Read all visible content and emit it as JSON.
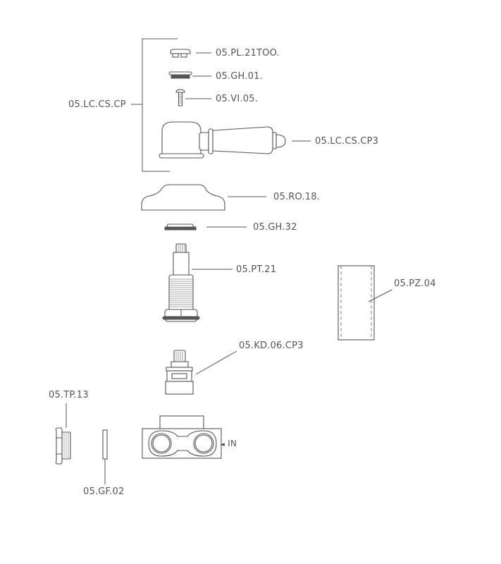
{
  "diagram": {
    "type": "exploded-parts-diagram",
    "colors": {
      "line": "#555555",
      "background": "#ffffff"
    },
    "group": {
      "label": "05.LC.CS.CP",
      "members": [
        "05.PL.21TOO.",
        "05.GH.01.",
        "05.VI.05.",
        "05.LC.CS.CP3"
      ]
    },
    "parts": [
      {
        "id": "cap",
        "label": "05.PL.21TOO."
      },
      {
        "id": "gasket-top",
        "label": "05.GH.01."
      },
      {
        "id": "screw",
        "label": "05.VI.05."
      },
      {
        "id": "lever-handle",
        "label": "05.LC.CS.CP3"
      },
      {
        "id": "rosette",
        "label": "05.RO.18."
      },
      {
        "id": "gasket-mid",
        "label": "05.GH.32"
      },
      {
        "id": "spindle",
        "label": "05.PT.21"
      },
      {
        "id": "sleeve",
        "label": "05.PZ.04"
      },
      {
        "id": "cartridge",
        "label": "05.KD.06.CP3"
      },
      {
        "id": "plug",
        "label": "05.TP.13"
      },
      {
        "id": "washer",
        "label": "05.GF.02"
      }
    ],
    "inlet": {
      "label": "IN",
      "arrow": "◄"
    }
  }
}
